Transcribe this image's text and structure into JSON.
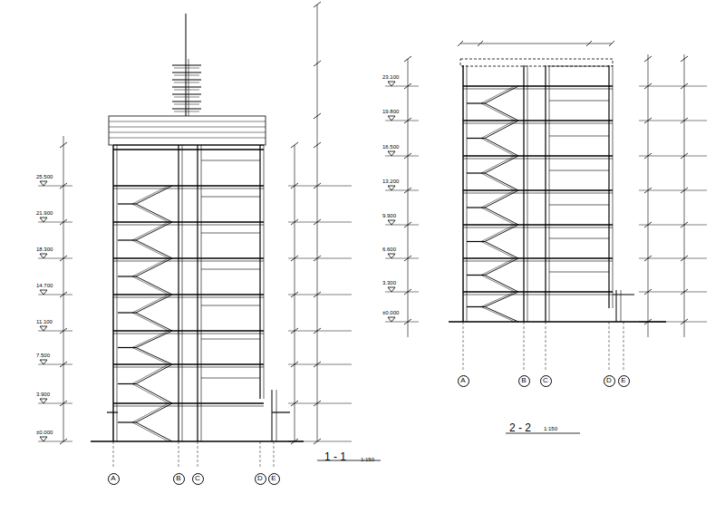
{
  "diagram": {
    "nodes": [
      {
        "text": [
          "A"
        ]
      },
      {
        "text": [
          "B"
        ]
      },
      {
        "text": [
          "C"
        ]
      },
      {
        "text": [
          "D"
        ]
      },
      {
        "text": [
          "E"
        ]
      },
      {
        "text": [
          "A"
        ]
      },
      {
        "text": [
          "B"
        ]
      },
      {
        "text": [
          "C"
        ]
      },
      {
        "text": [
          "D"
        ]
      },
      {
        "text": [
          "E"
        ]
      }
    ],
    "labels": [
      "1 - 1",
      "1:150",
      "2 - 2",
      "1:150",
      "±0.000",
      "3.900",
      "7.500",
      "11.100",
      "14.700",
      "18.300",
      "21.900",
      "25.500",
      "±0.000",
      "3.300",
      "6.600",
      "9.900",
      "13.200",
      "16.500",
      "19.800",
      "23.100"
    ]
  }
}
